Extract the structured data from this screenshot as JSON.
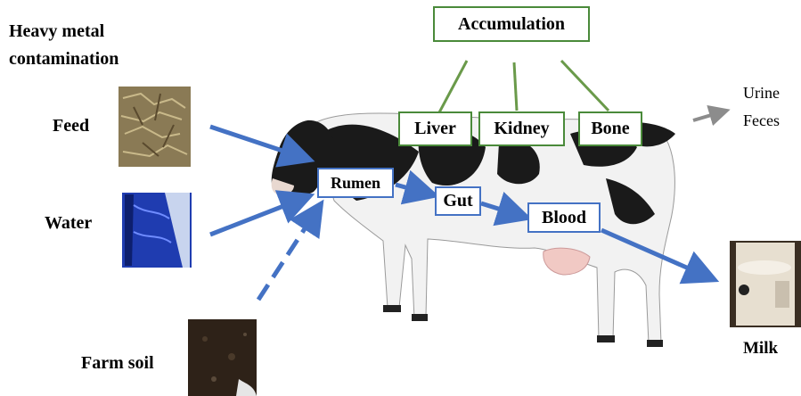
{
  "title_line1": "Heavy metal",
  "title_line2": "contamination",
  "sources": {
    "feed": "Feed",
    "water": "Water",
    "soil": "Farm soil"
  },
  "accumulation": "Accumulation",
  "organs": {
    "liver": "Liver",
    "kidney": "Kidney",
    "bone": "Bone"
  },
  "path": {
    "rumen": "Rumen",
    "gut": "Gut",
    "blood": "Blood"
  },
  "excretion": {
    "urine": "Urine",
    "feces": "Feces"
  },
  "output": "Milk",
  "colors": {
    "arrow_blue": "#4472c4",
    "box_green": "#4a8a3a",
    "gray_arrow": "#8c8c8c"
  }
}
